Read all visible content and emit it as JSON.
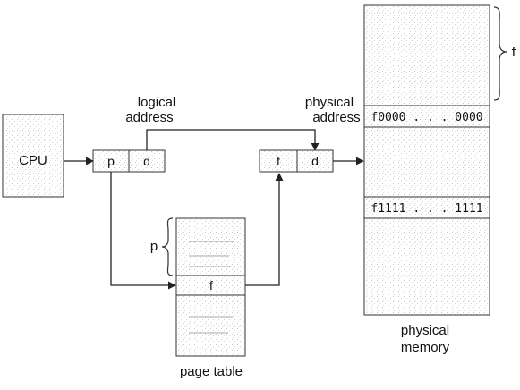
{
  "labels": {
    "cpu": "CPU",
    "logical_address": [
      "logical",
      "address"
    ],
    "physical_address": [
      "physical",
      "address"
    ],
    "logical_p": "p",
    "logical_d": "d",
    "physical_f": "f",
    "physical_d": "d",
    "page_table_p": "p",
    "page_table_entry_f": "f",
    "page_table": "page table",
    "physical_memory": [
      "physical",
      "memory"
    ],
    "frame_start": "f0000 . . . 0000",
    "frame_end": "f1111 . . . 1111",
    "frame_brace": "f"
  }
}
